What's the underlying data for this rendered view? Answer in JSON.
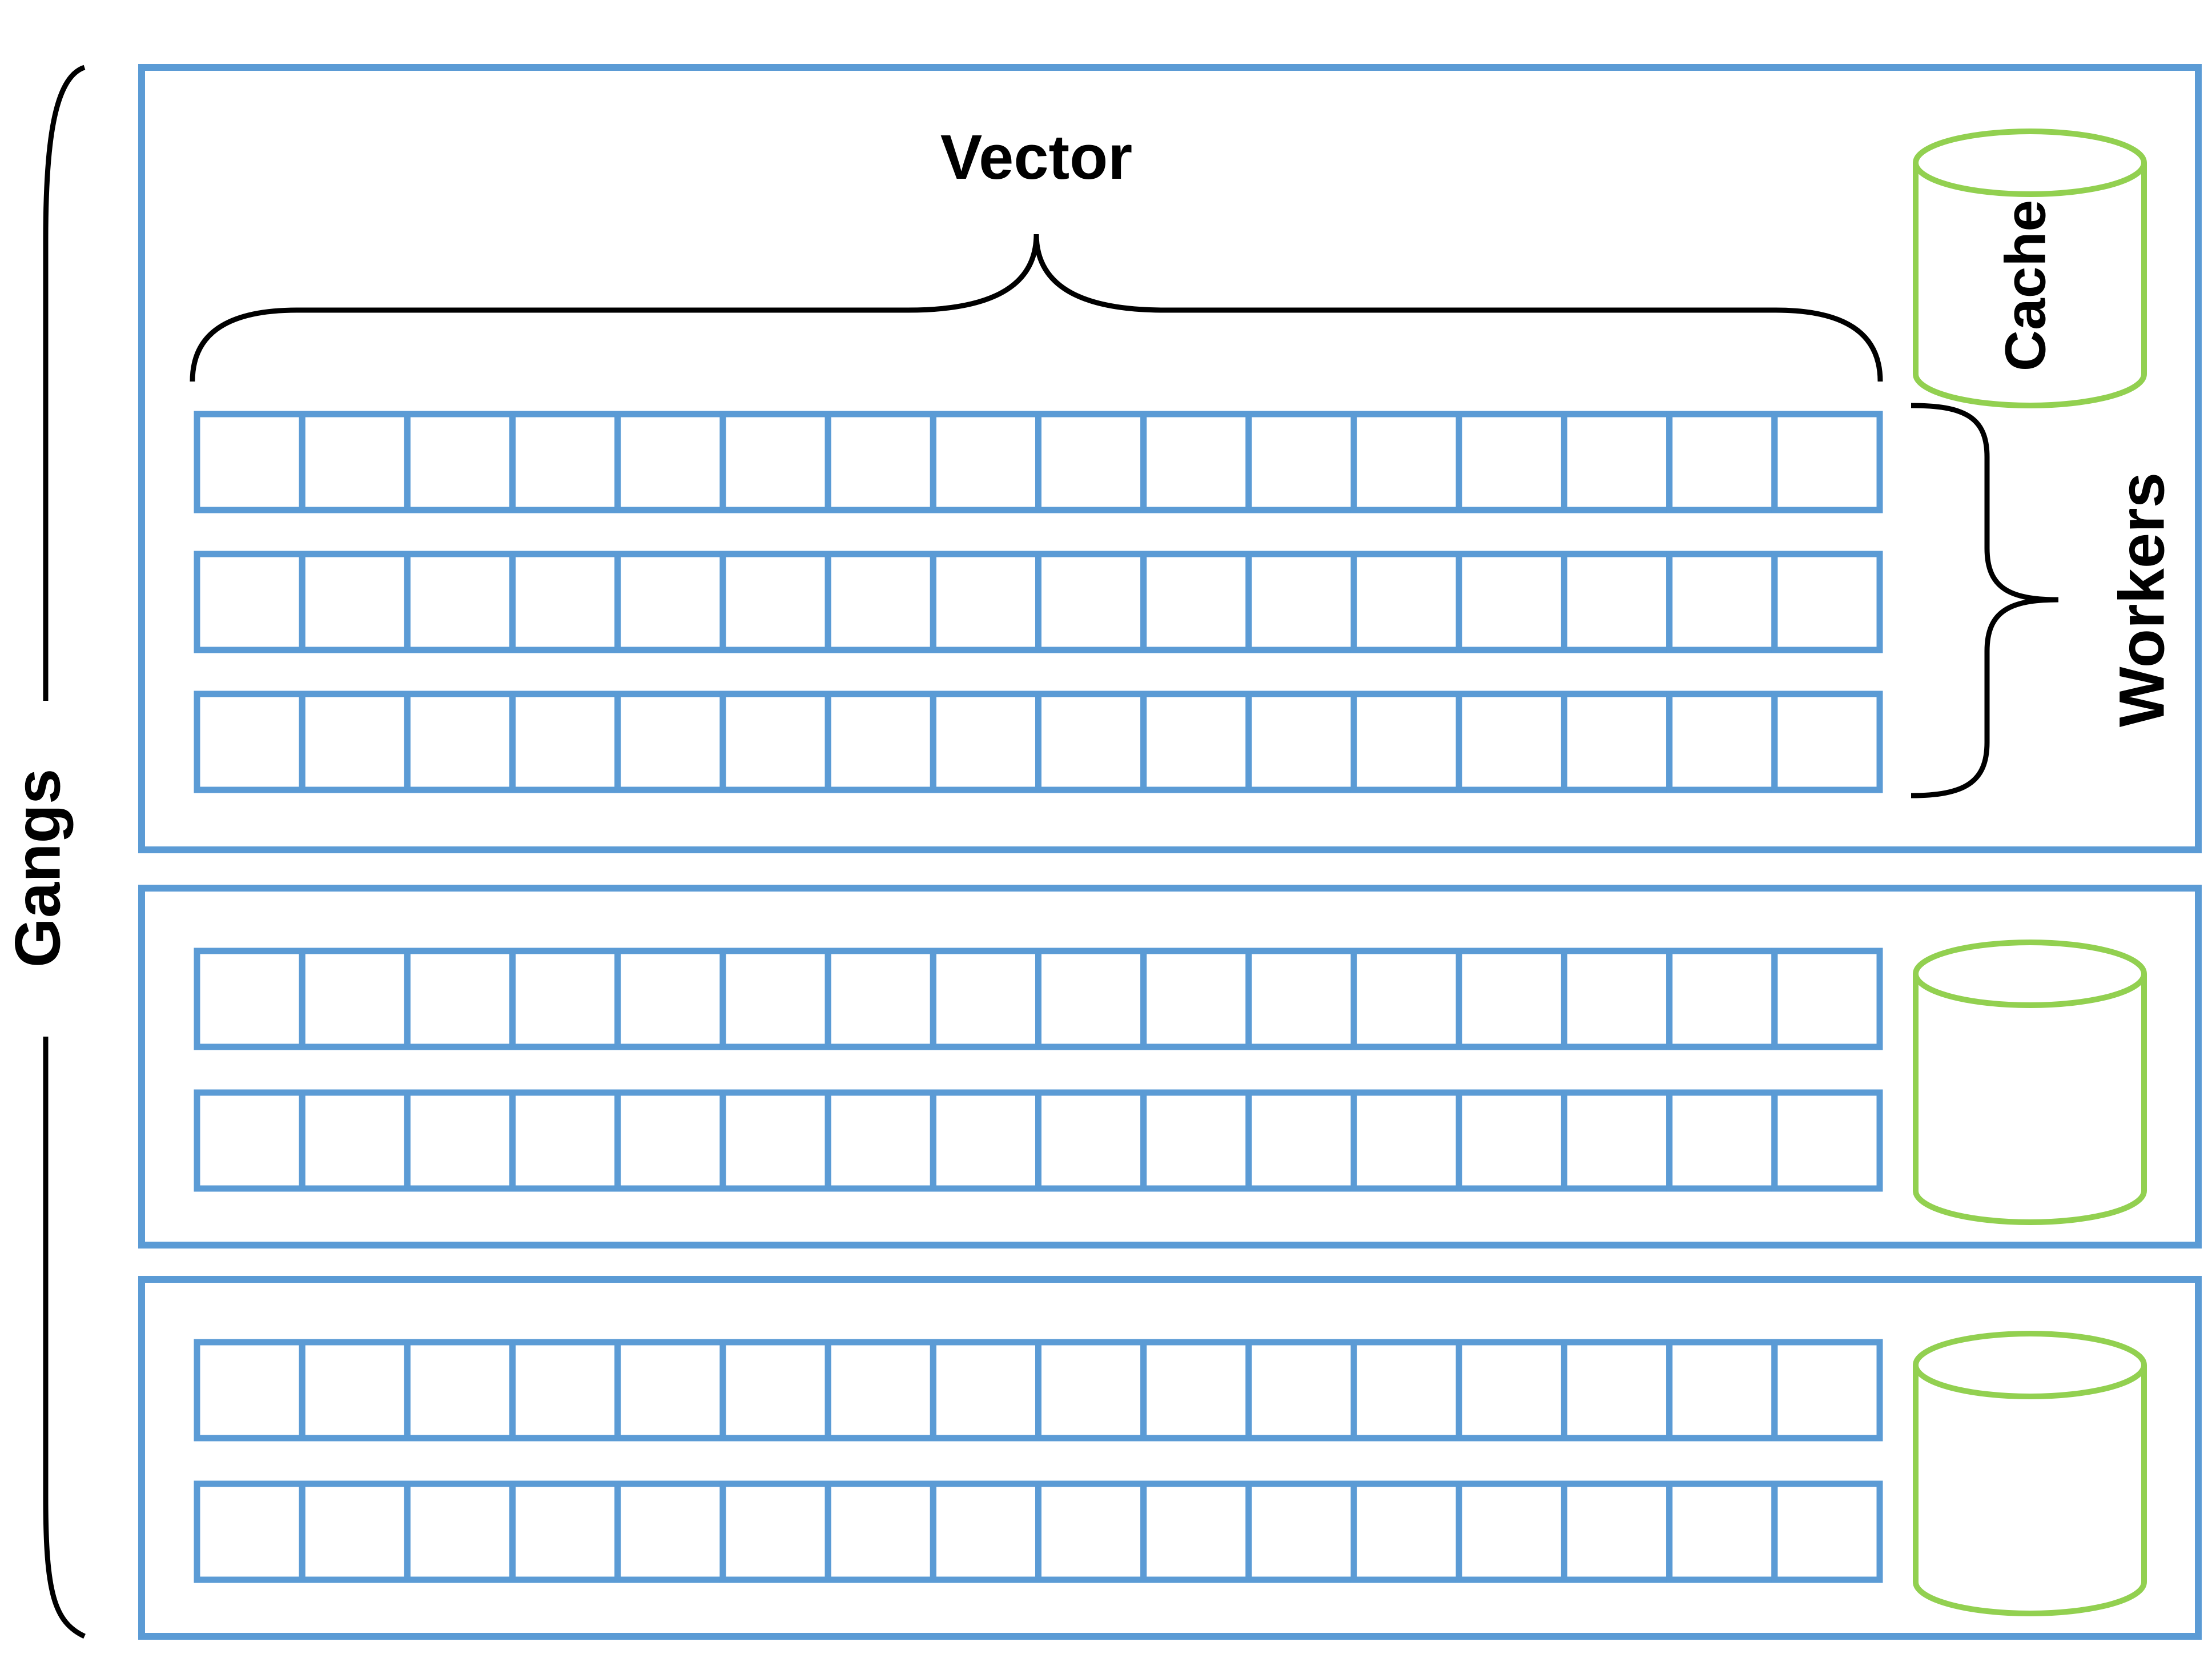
{
  "labels": {
    "vector": "Vector",
    "cache": "Cache",
    "workers": "Workers",
    "gangs": "Gangs"
  },
  "structure": {
    "gangs": [
      {
        "worker_rows": 3,
        "show_cache_label": true
      },
      {
        "worker_rows": 2,
        "show_cache_label": false
      },
      {
        "worker_rows": 2,
        "show_cache_label": false
      }
    ],
    "vector_lanes_per_row": 16
  },
  "colors": {
    "gang_border": "#5b9bd5",
    "cell_border": "#5b9bd5",
    "cache_stroke": "#92d050",
    "bracket": "#000000",
    "text": "#000000",
    "background": "#ffffff"
  }
}
